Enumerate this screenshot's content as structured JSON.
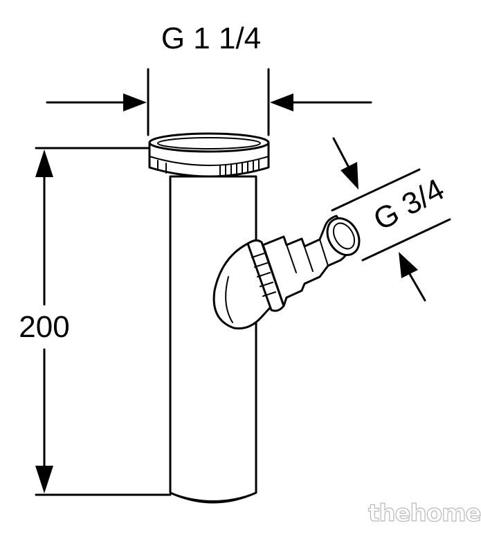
{
  "dimensions": {
    "top_thread": "G 1 1/4",
    "side_thread": "G 3/4",
    "height": "200"
  },
  "watermark": "thehome"
}
